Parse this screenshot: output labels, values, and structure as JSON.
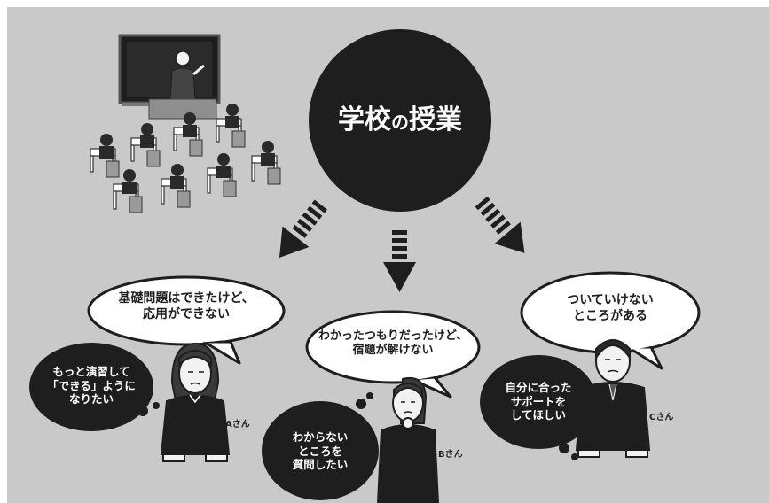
{
  "central": {
    "title_main_1": "学校",
    "title_particle": "の",
    "title_main_2": "授業"
  },
  "students": {
    "a": {
      "name": "Aさん",
      "speech_line1": "基礎問題はできたけど、",
      "speech_line2": "応用ができない",
      "thought_line1": "もっと演習して",
      "thought_line2": "「できる」ように",
      "thought_line3": "なりたい"
    },
    "b": {
      "name": "Bさん",
      "speech_line1": "わかったつもりだったけど、",
      "speech_line2": "宿題が解けない",
      "thought_line1": "わからない",
      "thought_line2": "ところを",
      "thought_line3": "質問したい"
    },
    "c": {
      "name": "Cさん",
      "speech_line1": "ついていけない",
      "speech_line2": "ところがある",
      "thought_line1": "自分に合った",
      "thought_line2": "サポートを",
      "thought_line3": "してほしい"
    }
  },
  "colors": {
    "background": "#c9c9c9",
    "dark": "#1e1e1e",
    "light": "#ffffff"
  }
}
